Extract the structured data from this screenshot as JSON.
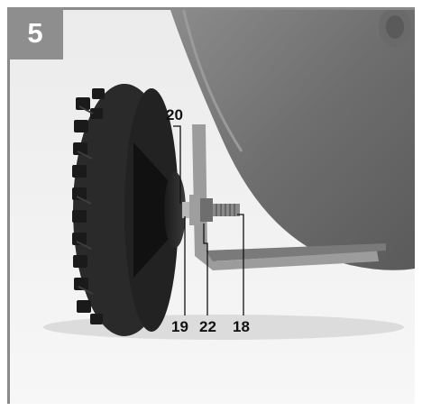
{
  "figure": {
    "number": "5"
  },
  "callouts": {
    "c20": "20",
    "c19": "19",
    "c22": "22",
    "c18": "18"
  },
  "colors": {
    "badge": "#8e8e8e",
    "frame": "#8a8a8a",
    "tank": "#7a7a7a",
    "tire": "#2a2a2a"
  }
}
